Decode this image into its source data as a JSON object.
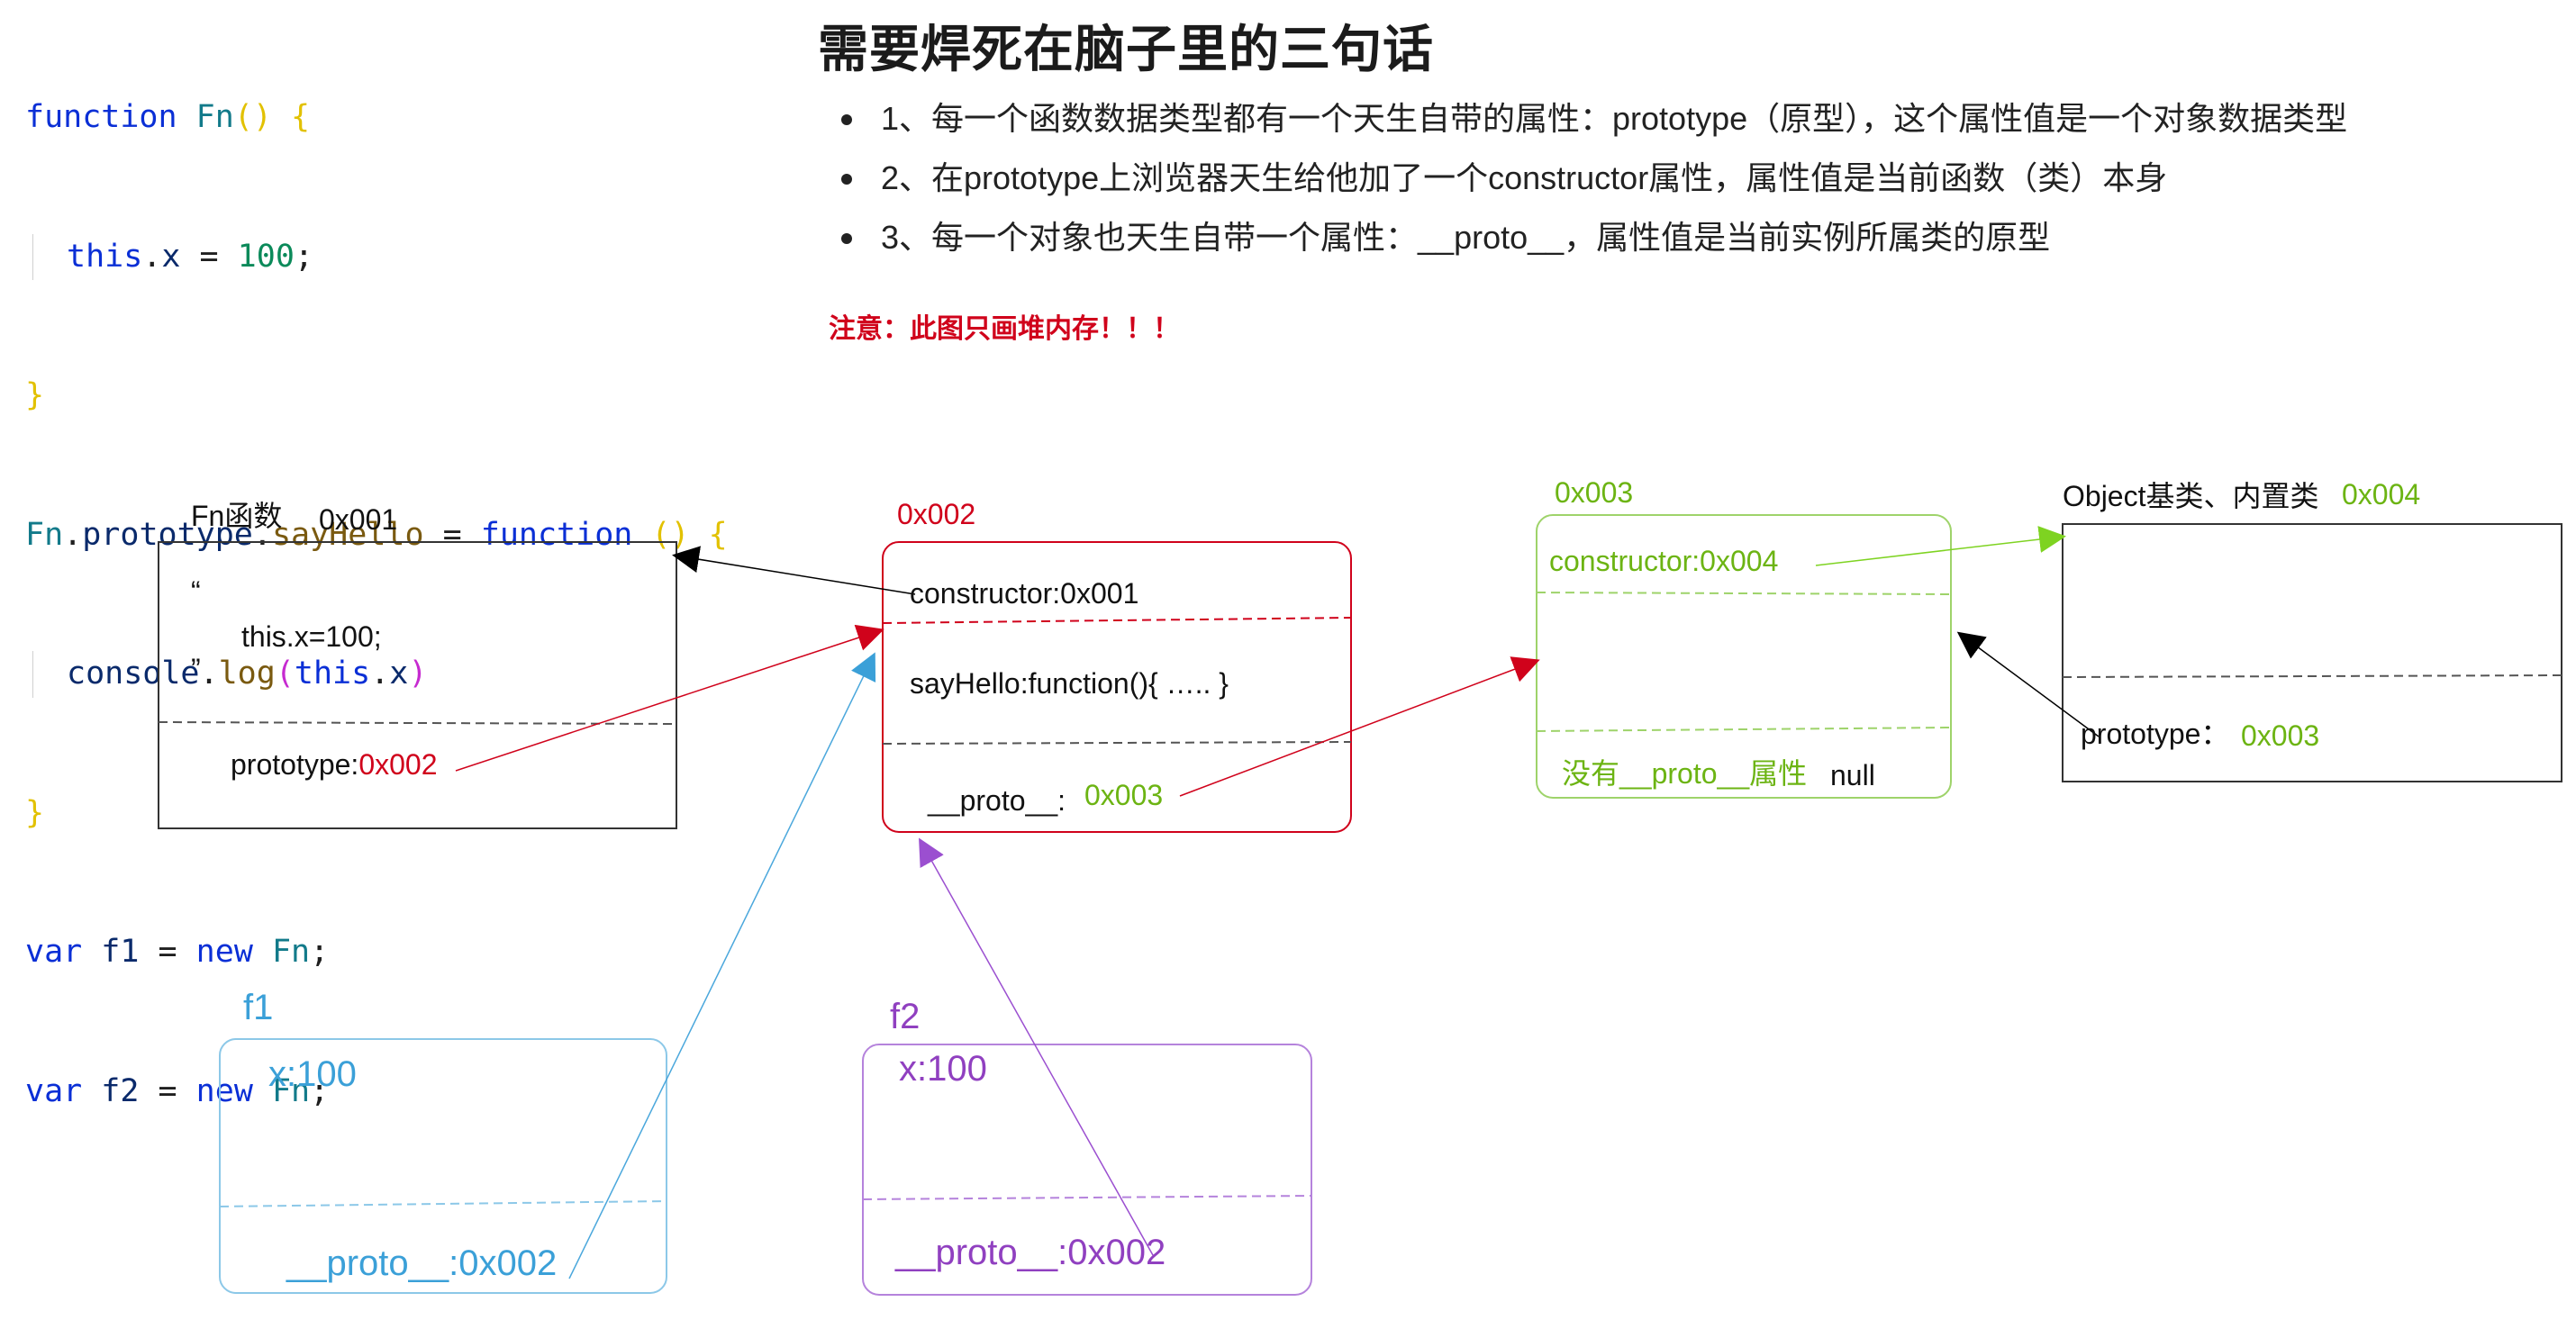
{
  "code": {
    "line1": {
      "kw": "function",
      "name": "Fn",
      "parens": "()",
      "brace": "{"
    },
    "line2": {
      "this": "this",
      "dot": ".",
      "prop": "x",
      "eq": " = ",
      "num": "100",
      "semi": ";"
    },
    "line3": {
      "brace": "}"
    },
    "line4": {
      "fn": "Fn",
      "dot1": ".",
      "proto": "prototype",
      "dot2": ".",
      "meth": "sayHello",
      "eq": " = ",
      "kw": "function",
      "parens": "()",
      "brace": "{"
    },
    "line5": {
      "obj": "console",
      "dot": ".",
      "meth": "log",
      "open": "(",
      "this": "this",
      "dot2": ".",
      "prop": "x",
      "close": ")"
    },
    "line6": {
      "brace": "}"
    },
    "line7": {
      "kw": "var",
      "var": "f1",
      "eq": " = ",
      "new": "new",
      "cls": "Fn",
      "semi": ";"
    },
    "line8": {
      "kw": "var",
      "var": "f2",
      "eq": " = ",
      "new": "new",
      "cls": "Fn",
      "semi": ";"
    }
  },
  "notes": {
    "title": "需要焊死在脑子里的三句话",
    "rules": [
      "1、每一个函数数据类型都有一个天生自带的属性：prototype（原型），这个属性值是一个对象数据类型",
      "2、在prototype上浏览器天生给他加了一个constructor属性，属性值是当前函数（类）本身",
      "3、每一个对象也天生自带一个属性：__proto__，属性值是当前实例所属类的原型"
    ],
    "warning": "注意：此图只画堆内存！！！"
  },
  "diagram": {
    "fn": {
      "title": "Fn函数",
      "addr": "0x001",
      "open_quote": "“",
      "body": "this.x=100;",
      "close_quote": "”",
      "proto_key": "prototype:",
      "proto_val": "0x002"
    },
    "proto": {
      "addr": "0x002",
      "constructor": "constructor:0x001",
      "method": "sayHello:function(){ ….. }",
      "proto_key": "__proto__:",
      "proto_val": "0x003"
    },
    "objproto": {
      "addr": "0x003",
      "constructor": "constructor:0x004",
      "no_proto": "没有__proto__属性",
      "null": "null"
    },
    "object": {
      "title": "Object基类、内置类",
      "addr": "0x004",
      "proto_key": "prototype：",
      "proto_val": "0x003"
    },
    "f1": {
      "name": "f1",
      "x": "x:100",
      "proto": "__proto__:0x002"
    },
    "f2": {
      "name": "f2",
      "x": "x:100",
      "proto": "__proto__:0x002"
    },
    "colors": {
      "fn": "#000000",
      "proto": "#d0021b",
      "objproto": "#7ed321",
      "object": "#000000",
      "f1": "#4aa7dc",
      "f2": "#9b4fd0"
    }
  }
}
